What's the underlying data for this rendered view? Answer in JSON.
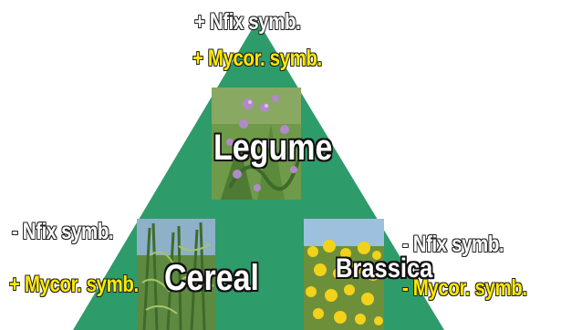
{
  "colors": {
    "triangle": "#2e9b6a",
    "label_white": "#ffffff",
    "label_yellow": "#ffea00"
  },
  "legume": {
    "name": "Legume",
    "nfix": "+ Nfix symb.",
    "mycor": "+ Mycor. symb."
  },
  "cereal": {
    "name": "Cereal",
    "nfix": "- Nfix symb.",
    "mycor": "+ Mycor. symb."
  },
  "brassica": {
    "name": "Brassica",
    "nfix": "- Nfix symb.",
    "mycor": "- Mycor. symb."
  }
}
